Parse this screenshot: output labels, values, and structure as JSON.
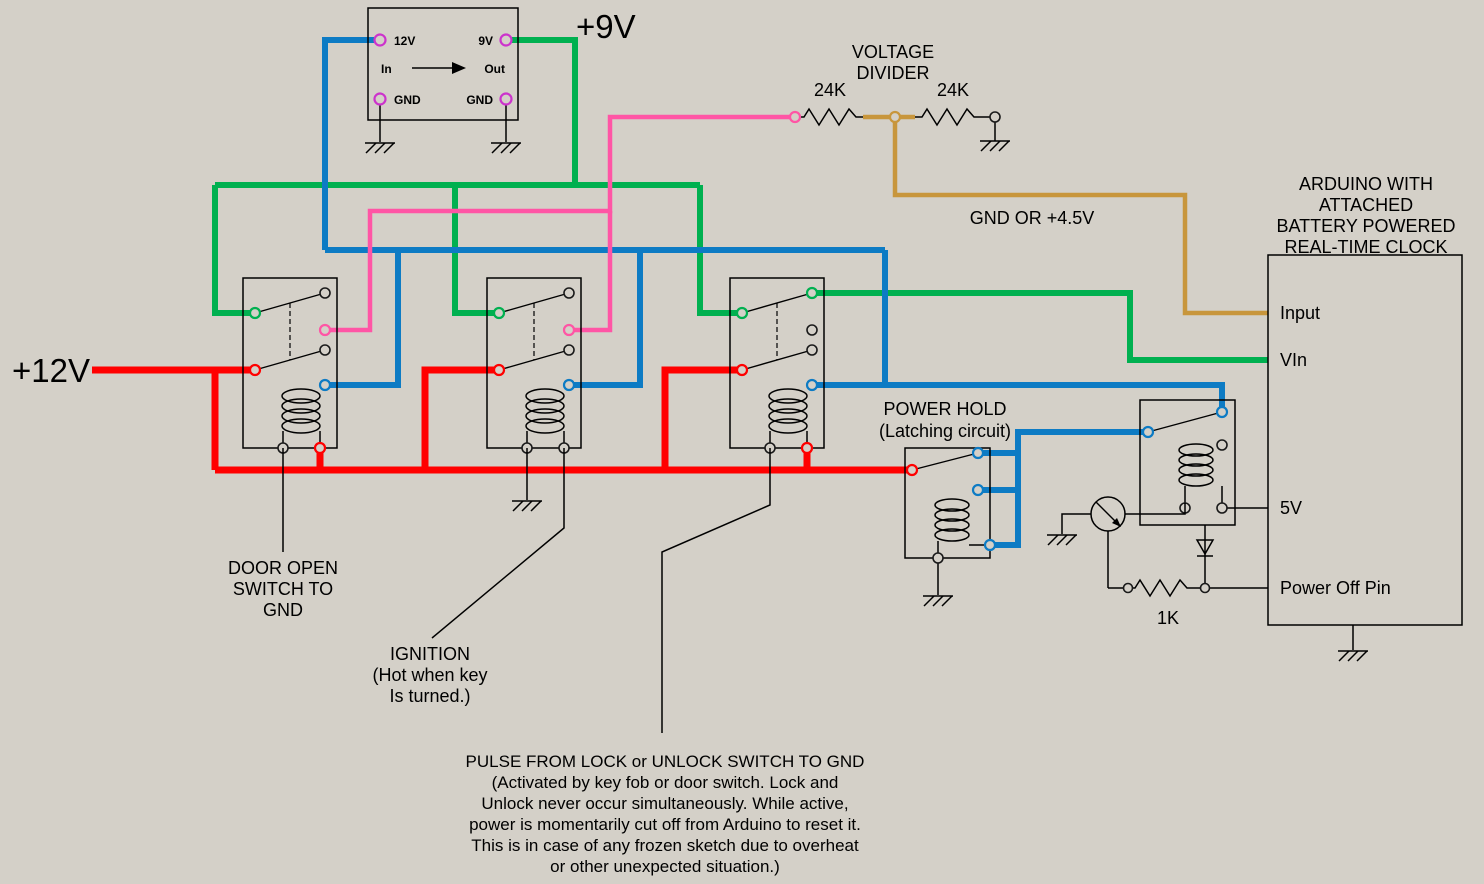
{
  "colors": {
    "bg": "#d4d0c8",
    "red": "#ff0000",
    "green": "#00b050",
    "blue": "#0d7bc4",
    "pink": "#ff55a5",
    "gold": "#c8963c",
    "magenta": "#cc33cc"
  },
  "labels": {
    "plus_9v": "+9V",
    "plus_12v": "+12V",
    "voltage_divider_line1": "VOLTAGE",
    "voltage_divider_line2": "DIVIDER",
    "divider_r1": "24K",
    "divider_r2": "24K",
    "gnd_or_45": "GND OR +4.5V",
    "power_hold_line1": "POWER HOLD",
    "power_hold_line2": "(Latching circuit)",
    "resistor_1k": "1K",
    "door_line1": "DOOR OPEN",
    "door_line2": "SWITCH TO",
    "door_line3": "GND",
    "ignition_line1": "IGNITION",
    "ignition_line2": "(Hot when key",
    "ignition_line3": "Is turned.)",
    "pulse_line1": "PULSE FROM LOCK or UNLOCK SWITCH TO GND",
    "pulse_line2": "(Activated by key fob or door switch. Lock and",
    "pulse_line3": "Unlock never occur simultaneously.  While active,",
    "pulse_line4": "power is momentarily cut off from Arduino to reset it.",
    "pulse_line5": "This is in case of any frozen sketch due to overheat",
    "pulse_line6": "or other unexpected situation.)"
  },
  "regulator": {
    "pin_12v": "12V",
    "pin_9v": "9V",
    "pin_in": "In",
    "pin_out": "Out",
    "pin_gnd_left": "GND",
    "pin_gnd_right": "GND"
  },
  "arduino": {
    "title_line1": "ARDUINO WITH",
    "title_line2": "ATTACHED",
    "title_line3": "BATTERY POWERED",
    "title_line4": "REAL-TIME CLOCK",
    "pin_input": "Input",
    "pin_vin": "VIn",
    "pin_5v": "5V",
    "pin_power_off": "Power Off Pin"
  }
}
